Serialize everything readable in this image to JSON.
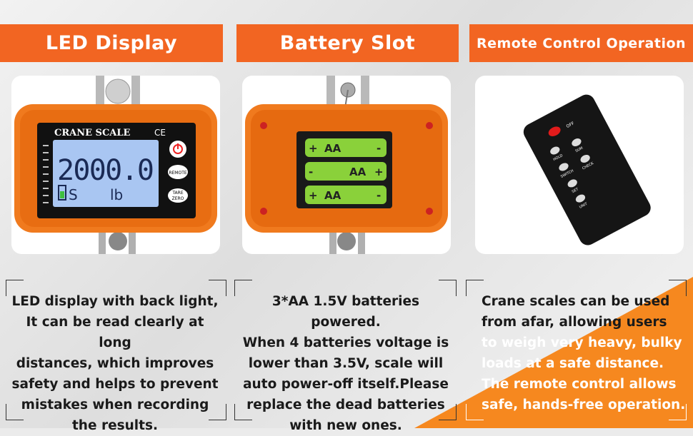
{
  "headers": {
    "led": "LED Display",
    "battery": "Battery Slot",
    "remote": "Remote Control Operation"
  },
  "scale_display": {
    "brand": "CRANE SCALE",
    "ce_mark": "CE",
    "reading": "2000.0",
    "mode": "S",
    "unit": "lb",
    "btn_remote": "REMOTE",
    "btn_tare": "TARE",
    "btn_zero": "ZERO"
  },
  "battery_slot": {
    "battery_label": "AA",
    "plus": "+",
    "minus": "-"
  },
  "remote_buttons": {
    "off": "OFF",
    "hold": "HOLD",
    "sum": "SUM",
    "check": "CHECK",
    "unit": "UNIT",
    "switch": "SWITCH",
    "set": "SET"
  },
  "descriptions": {
    "led": [
      "LED display with back light,",
      "It can be read clearly at long",
      "distances, which improves",
      "safety and helps to prevent",
      "mistakes when recording",
      "the results."
    ],
    "battery": [
      "3*AA 1.5V batteries powered.",
      "When 4 batteries voltage is",
      "lower than 3.5V, scale will",
      "auto power-off itself.Please",
      "replace the dead batteries",
      "with new ones."
    ],
    "remote": [
      "Crane scales can be used",
      "from afar, allowing users",
      "to weigh very heavy, bulky",
      "loads at a safe distance.",
      "The remote control allows",
      "safe, hands-free operation."
    ]
  },
  "colors": {
    "accent": "#f26522",
    "scale_body": "#f07a1e",
    "lcd": "#a9c6f2",
    "battery_green": "#8ad13a"
  }
}
